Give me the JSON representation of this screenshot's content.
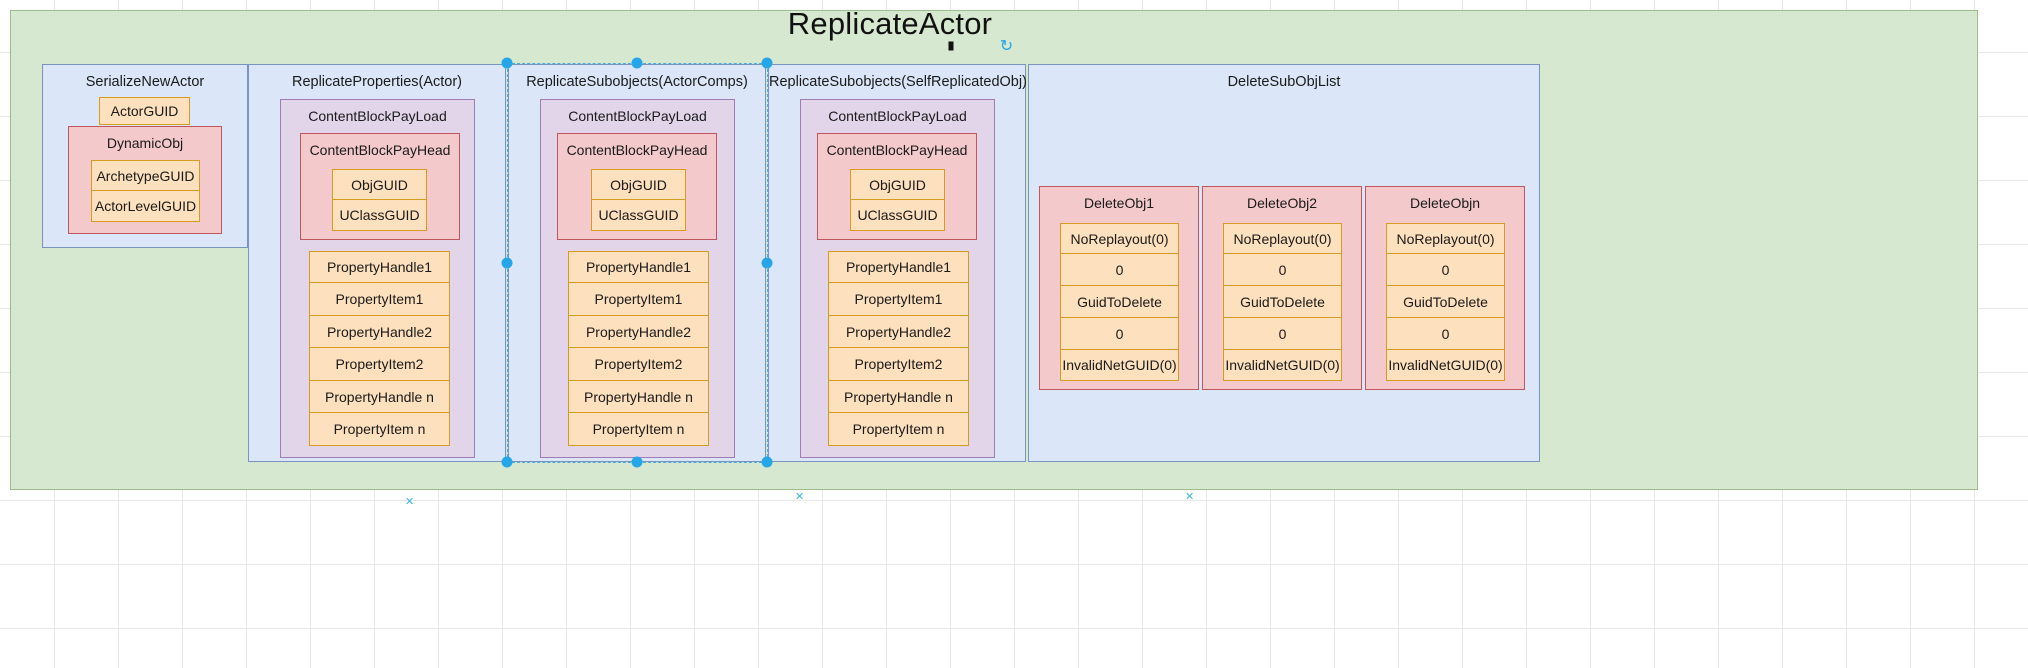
{
  "diagram": {
    "title": "ReplicateActor",
    "colors": {
      "canvas_bg": "#ffffff",
      "outer_region": "#d7e8d0",
      "frame_border": "#e8201a",
      "panel_fill": "#dbe7f8",
      "panel_border": "#7a93c0",
      "purple_fill": "#e2d5ea",
      "purple_border": "#9f7cb4",
      "pink_fill": "#f4c9cb",
      "pink_border": "#c0565d",
      "cell_fill": "#fde0bd",
      "cell_border": "#d79b22",
      "selection": "#24a6e8"
    },
    "panels": {
      "serialize_new_actor": {
        "title": "SerializeNewActor",
        "actor_guid": "ActorGUID",
        "dynamic_obj": {
          "title": "DynamicObj",
          "cells": [
            "ArchetypeGUID",
            "ActorLevelGUID"
          ]
        }
      },
      "replicate_properties_actor": {
        "title": "ReplicateProperties(Actor)",
        "payload": {
          "title": "ContentBlockPayLoad",
          "payhead": {
            "title": "ContentBlockPayHead",
            "cells": [
              "ObjGUID",
              "UClassGUID"
            ]
          },
          "properties": [
            "PropertyHandle1",
            "PropertyItem1",
            "PropertyHandle2",
            "PropertyItem2",
            "PropertyHandle n",
            "PropertyItem n"
          ]
        }
      },
      "replicate_subobjects_actorcomps": {
        "title": "ReplicateSubobjects(ActorComps)",
        "payload": {
          "title": "ContentBlockPayLoad",
          "payhead": {
            "title": "ContentBlockPayHead",
            "cells": [
              "ObjGUID",
              "UClassGUID"
            ]
          },
          "properties": [
            "PropertyHandle1",
            "PropertyItem1",
            "PropertyHandle2",
            "PropertyItem2",
            "PropertyHandle n",
            "PropertyItem n"
          ]
        }
      },
      "replicate_subobjects_selfreplicatedobj": {
        "title": "ReplicateSubobjects(SelfReplicatedObj)",
        "payload": {
          "title": "ContentBlockPayLoad",
          "payhead": {
            "title": "ContentBlockPayHead",
            "cells": [
              "ObjGUID",
              "UClassGUID"
            ]
          },
          "properties": [
            "PropertyHandle1",
            "PropertyItem1",
            "PropertyHandle2",
            "PropertyItem2",
            "PropertyHandle n",
            "PropertyItem n"
          ]
        }
      },
      "delete_sub_obj_list": {
        "title": "DeleteSubObjList",
        "delete_objects": [
          {
            "title": "DeleteObj1",
            "cells": [
              "NoReplayout(0)",
              "0",
              "GuidToDelete",
              "0",
              "InvalidNetGUID(0)"
            ]
          },
          {
            "title": "DeleteObj2",
            "cells": [
              "NoReplayout(0)",
              "0",
              "GuidToDelete",
              "0",
              "InvalidNetGUID(0)"
            ]
          },
          {
            "title": "DeleteObjn",
            "cells": [
              "NoReplayout(0)",
              "0",
              "GuidToDelete",
              "0",
              "InvalidNetGUID(0)"
            ]
          }
        ]
      }
    },
    "selection": {
      "rotate_icon": "rotate-icon"
    }
  }
}
